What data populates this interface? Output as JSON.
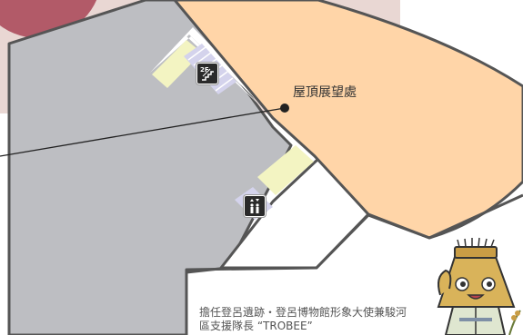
{
  "map": {
    "area_label": "屋頂展望處",
    "caption_line1": "擔任登呂遺跡・登呂博物館形象大使兼駿河",
    "caption_line2": "區支援隊長 “TROBEE”",
    "stairs_icon_text": "2F",
    "icons": [
      "stairs-icon",
      "elevator-icon",
      "mascot-trobee"
    ],
    "colors": {
      "roof_area": "#ffd5a8",
      "building": "#bdbec2",
      "walkway": "#ffffff",
      "outline": "#555555",
      "highlight": "#f3f4c2",
      "stairs_tint": "#d4d3ec",
      "background_pink": "#e9d7d3",
      "circle_red": "#b25a68"
    }
  }
}
